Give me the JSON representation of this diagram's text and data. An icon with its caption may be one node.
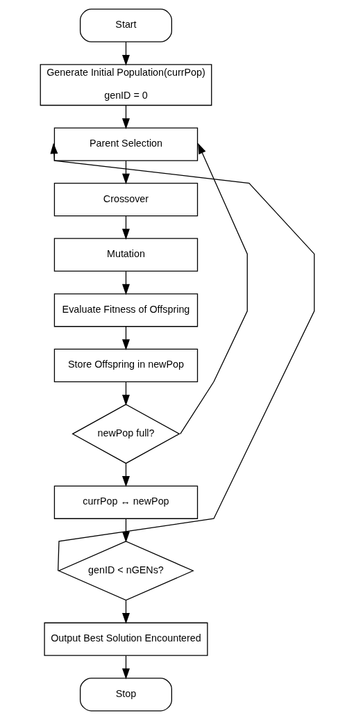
{
  "diagram": {
    "nodes": [
      {
        "text": [
          "Start"
        ]
      },
      {
        "text": [
          "Generate Initial Population(currPop)",
          "genID = 0"
        ]
      },
      {
        "text": [
          "Parent Selection"
        ]
      },
      {
        "text": [
          "Crossover"
        ]
      },
      {
        "text": [
          "Mutation"
        ]
      },
      {
        "text": [
          "Evaluate Fitness of Offspring"
        ]
      },
      {
        "text": [
          "Store Offspring in newPop"
        ]
      },
      {
        "text": [
          "newPop full?"
        ]
      },
      {
        "text": [
          "currPop ↔ newPop"
        ]
      },
      {
        "text": [
          "genID < nGENs?"
        ]
      },
      {
        "text": [
          "Output Best Solution Encountered"
        ]
      },
      {
        "text": [
          "Stop"
        ]
      }
    ],
    "edges": [
      {
        "from": 0,
        "to": 1,
        "arrow": "to"
      },
      {
        "from": 1,
        "to": 2,
        "arrow": "to"
      },
      {
        "from": 2,
        "to": 3,
        "arrow": "to"
      },
      {
        "from": 3,
        "to": 4,
        "arrow": "to"
      },
      {
        "from": 4,
        "to": 5,
        "arrow": "to"
      },
      {
        "from": 5,
        "to": 6,
        "arrow": "to"
      },
      {
        "from": 6,
        "to": 7,
        "arrow": "to"
      },
      {
        "from": 7,
        "to": 2,
        "arrow": "to"
      },
      {
        "from": 7,
        "to": 8,
        "arrow": "to"
      },
      {
        "from": 8,
        "to": 9,
        "arrow": "to"
      },
      {
        "from": 9,
        "to": 2,
        "arrow": "to"
      },
      {
        "from": 9,
        "to": 10,
        "arrow": "to"
      },
      {
        "from": 10,
        "to": 11,
        "arrow": "to"
      }
    ]
  }
}
